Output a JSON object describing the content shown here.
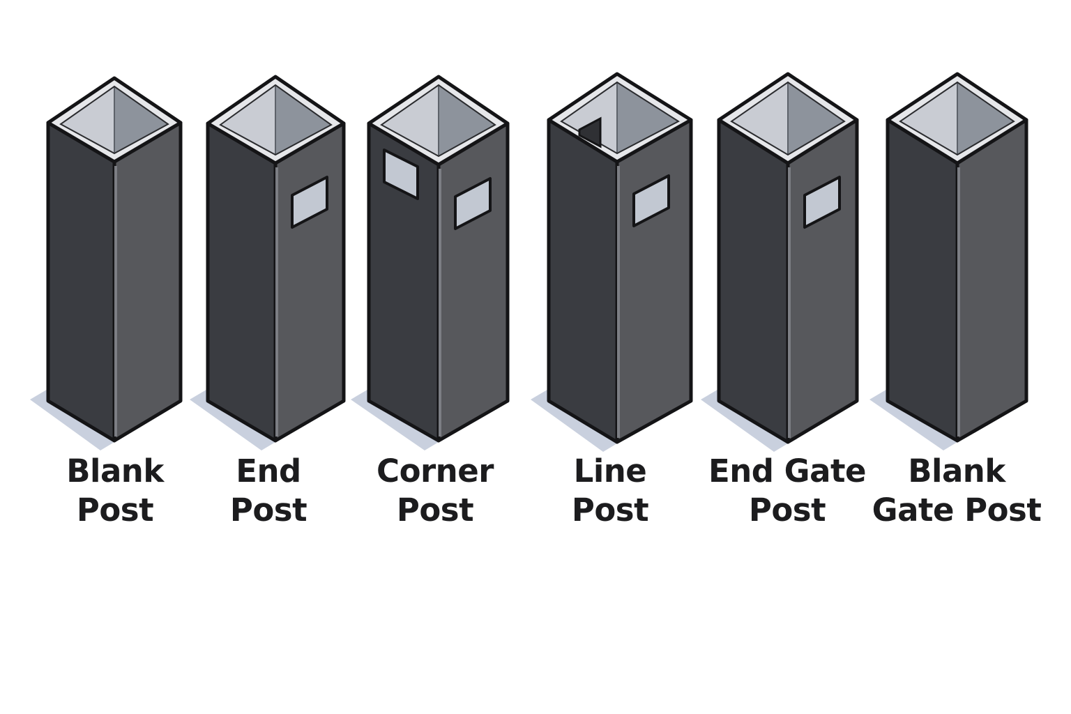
{
  "posts": [
    {
      "label_line1": "Blank",
      "label_line2": "Post",
      "type": "blank"
    },
    {
      "label_line1": "End",
      "label_line2": "Post",
      "type": "end"
    },
    {
      "label_line1": "Corner",
      "label_line2": "Post",
      "type": "corner"
    },
    {
      "label_line1": "Line",
      "label_line2": "Post",
      "type": "line"
    },
    {
      "label_line1": "End Gate",
      "label_line2": "Post",
      "type": "end-gate"
    },
    {
      "label_line1": "Blank",
      "label_line2": "Gate Post",
      "type": "blank-gate"
    }
  ],
  "colors": {
    "left_face": "#3a3c41",
    "right_face": "#57585c",
    "outline": "#141416",
    "interior_light": "#c9ccd3",
    "interior_dark": "#8d939c",
    "rim": "#e6e7ea",
    "slot": "#c2c8d2",
    "shadow": "#bcc4d6"
  }
}
